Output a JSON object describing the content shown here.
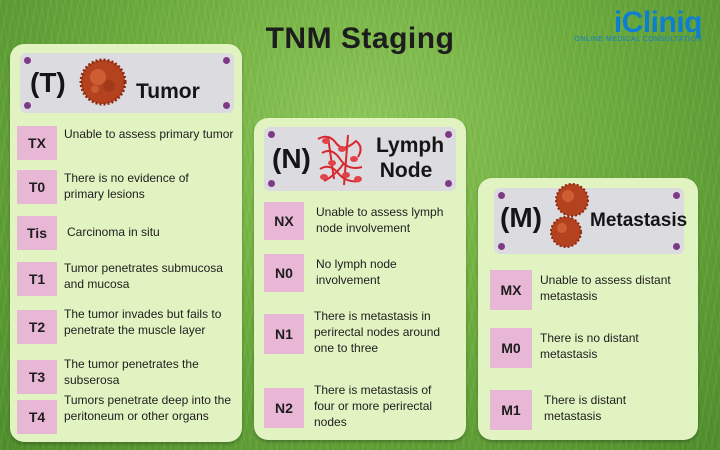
{
  "title": "TNM Staging",
  "logo": {
    "name": "iCliniq",
    "tagline": "ONLINE MEDICAL CONSULTATION"
  },
  "sections": [
    {
      "letter": "(T)",
      "name": "Tumor",
      "items": [
        {
          "code": "TX",
          "text": "Unable to assess primary tumor"
        },
        {
          "code": "T0",
          "text": "There is no evidence of primary lesions"
        },
        {
          "code": "Tis",
          "text": "Carcinoma in situ"
        },
        {
          "code": "T1",
          "text": "Tumor penetrates submucosa and mucosa"
        },
        {
          "code": "T2",
          "text": "The tumor invades but fails to penetrate the muscle layer"
        },
        {
          "code": "T3",
          "text": "The tumor penetrates the subserosa"
        },
        {
          "code": "T4",
          "text": "Tumors penetrate deep into the peritoneum or other organs"
        }
      ]
    },
    {
      "letter": "(N)",
      "name": "Lymph Node",
      "items": [
        {
          "code": "NX",
          "text": "Unable to assess lymph node involvement"
        },
        {
          "code": "N0",
          "text": "No lymph node involvement"
        },
        {
          "code": "N1",
          "text": "There is metastasis in perirectal nodes around one to three"
        },
        {
          "code": "N2",
          "text": "There is metastasis of four or more perirectal nodes"
        }
      ]
    },
    {
      "letter": "(M)",
      "name": "Metastasis",
      "items": [
        {
          "code": "MX",
          "text": "Unable to assess distant metastasis"
        },
        {
          "code": "M0",
          "text": "There is no distant metastasis"
        },
        {
          "code": "M1",
          "text": "There is distant metastasis"
        }
      ]
    }
  ],
  "icons": [
    "tumor-cell-icon",
    "lymph-node-icon",
    "metastasis-cells-icon"
  ],
  "colors": {
    "panel": "#e2f3c2",
    "header": "#dcdbe0",
    "code_box": "#e9b7d6",
    "dot": "#7e3a87",
    "logo": "#0e7fd0"
  }
}
